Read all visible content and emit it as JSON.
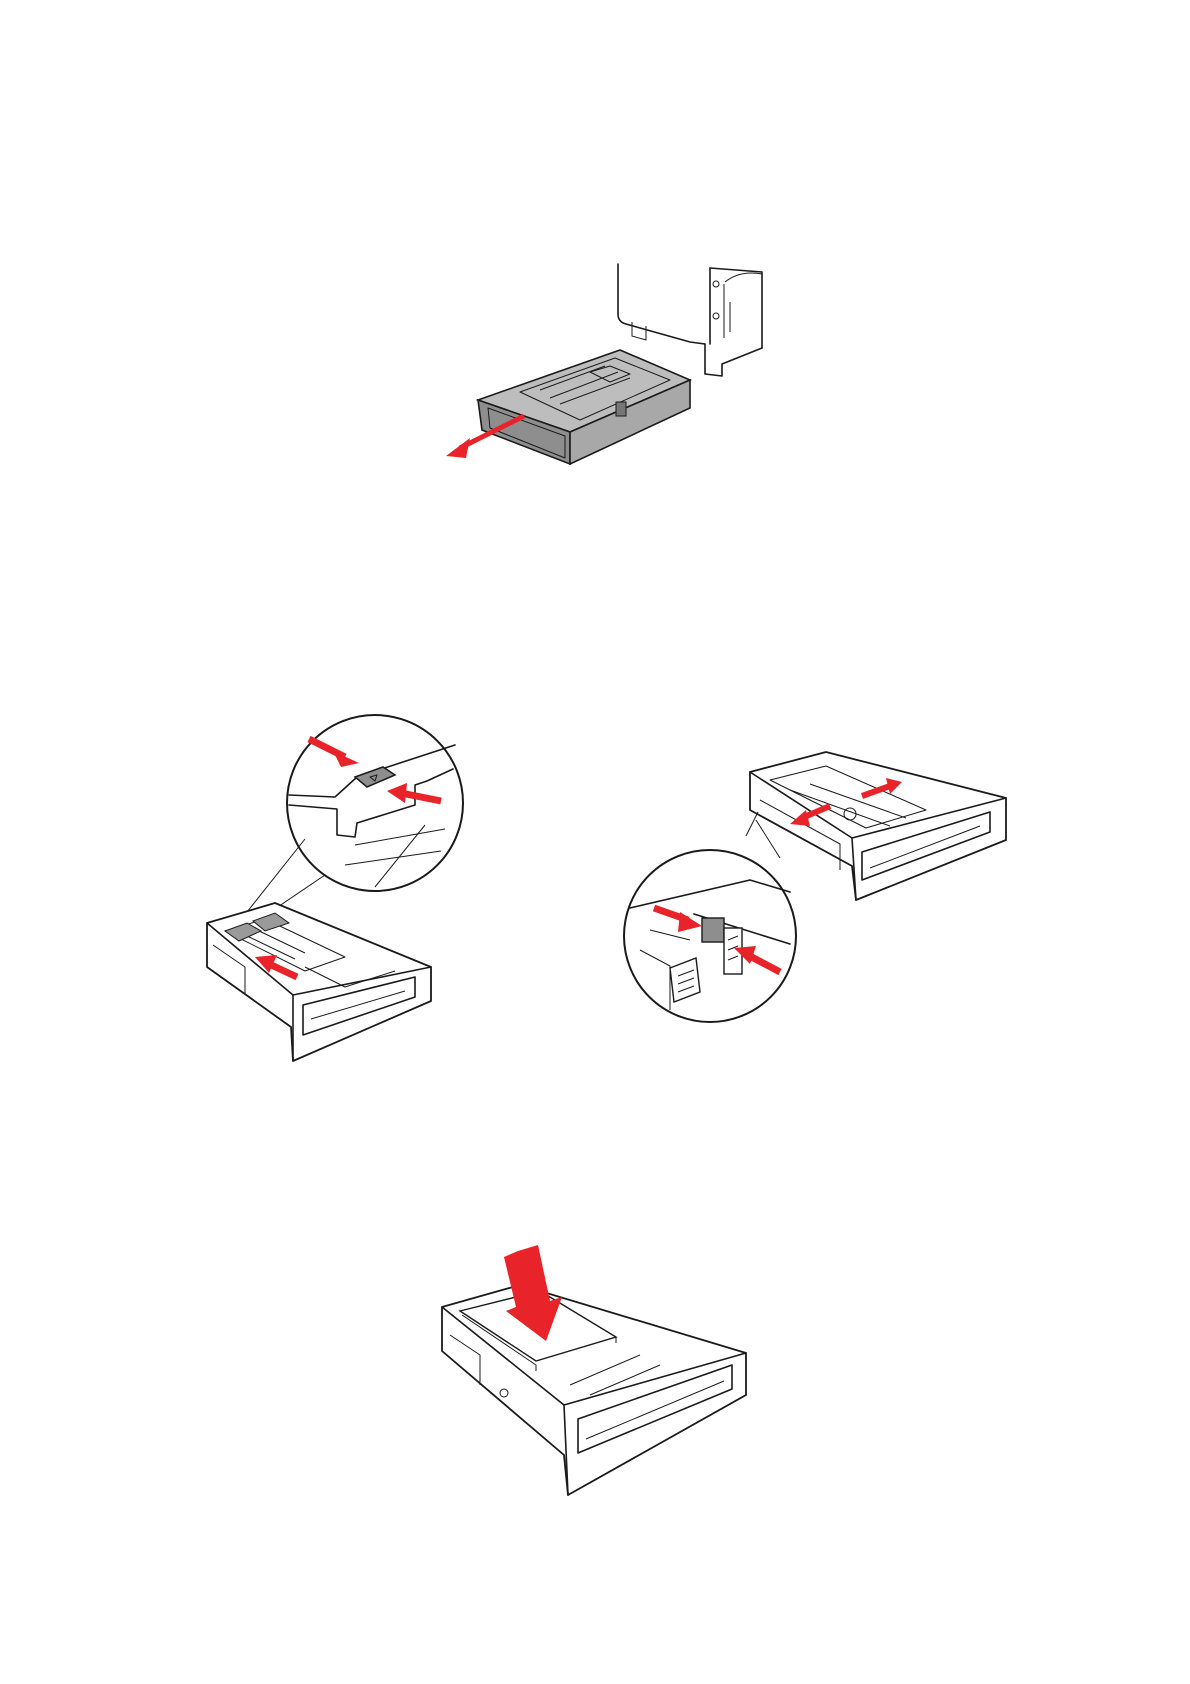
{
  "document": {
    "illustrations": [
      {
        "name": "pull-out-paper-tray",
        "arrows": 1
      },
      {
        "name": "squeeze-length-guide",
        "arrows": 3
      },
      {
        "name": "slide-width-guides",
        "arrows": 4
      },
      {
        "name": "load-paper-into-tray",
        "arrows": 1
      }
    ]
  },
  "colors": {
    "arrow": "#e8232a",
    "line": "#1a1a1a",
    "tray_gray": "#9a9a9a",
    "background": "#ffffff"
  }
}
